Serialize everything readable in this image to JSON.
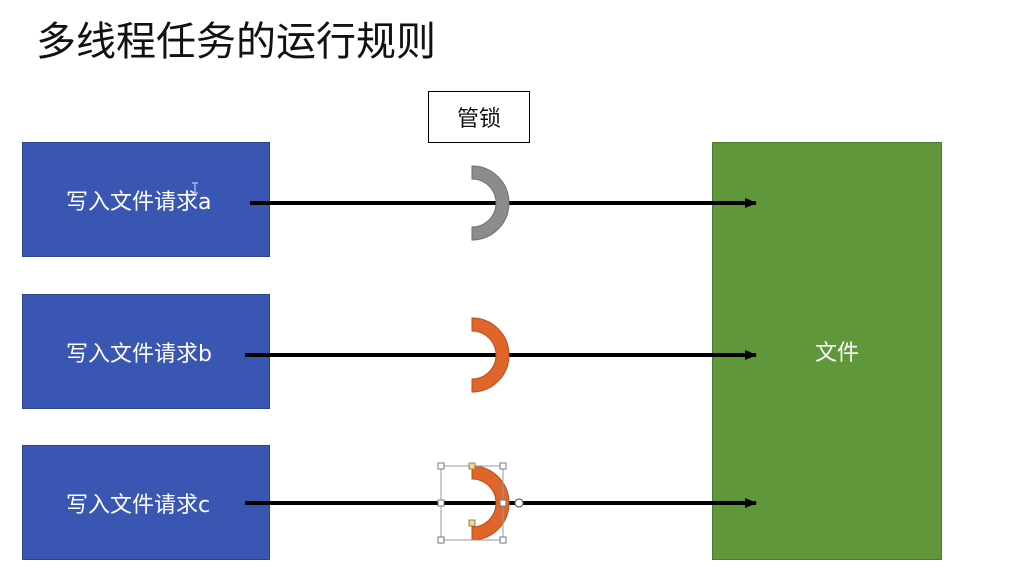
{
  "title": "多线程任务的运行规则",
  "lock_label": "管锁",
  "requests": [
    {
      "label": "写入文件请求a"
    },
    {
      "label": "写入文件请求b"
    },
    {
      "label": "写入文件请求c"
    }
  ],
  "file_label": "文件",
  "colors": {
    "request_fill": "#3a56b3",
    "file_fill": "#60973a",
    "lock_open": "#8c8c8c",
    "lock_closed": "#e0652a",
    "arrow": "#000000"
  }
}
